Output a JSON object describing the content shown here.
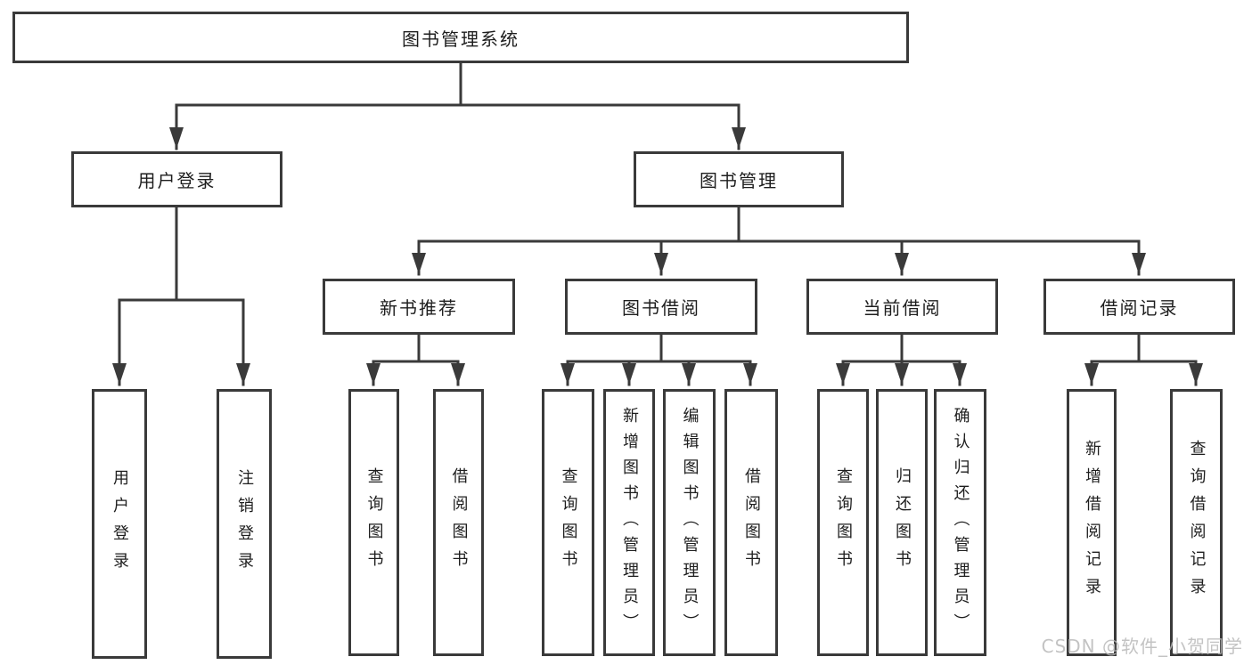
{
  "diagram_title": "图书管理系统",
  "nodes": {
    "root": "图书管理系统",
    "userLoginGroup": "用户登录",
    "bookManagement": "图书管理",
    "userLogin": "用户登录",
    "logoutLogin": "注销登录",
    "newBookRecommend": "新书推荐",
    "bookBorrowing": "图书借阅",
    "currentBorrowing": "当前借阅",
    "borrowingRecords": "借阅记录",
    "nbQueryBooks": "查询图书",
    "nbBorrowBooks": "借阅图书",
    "bbQueryBooks": "查询图书",
    "bbAddBooksAdmin": "新增图书（管理员）",
    "bbEditBooksAdmin": "编辑图书（管理员）",
    "bbBorrowBooks": "借阅图书",
    "cbQueryBooks": "查询图书",
    "cbReturnBooks": "归还图书",
    "cbConfirmReturnAdmin": "确认归还（管理员）",
    "brAddRecord": "新增借阅记录",
    "brQueryRecord": "查询借阅记录"
  },
  "watermark": "CSDN @软件_小贺同学",
  "colors": {
    "line": "#3a3a3a",
    "text": "#1e1e1e",
    "background": "#ffffff",
    "watermark": "#b9b9b9"
  }
}
